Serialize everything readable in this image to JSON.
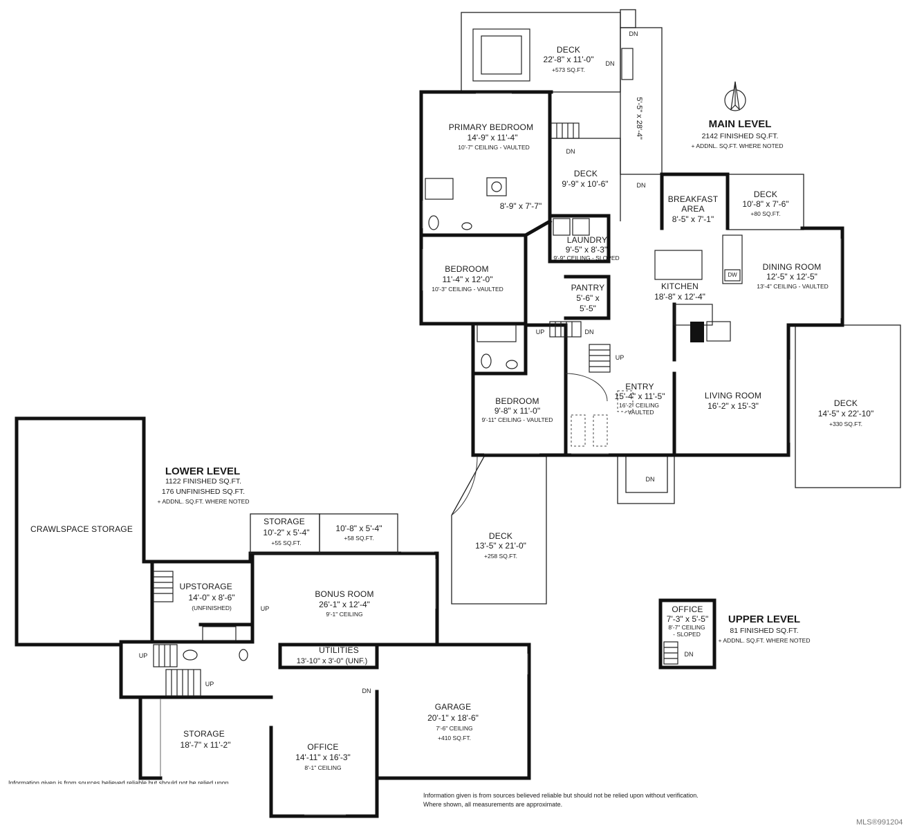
{
  "main_level": {
    "title": "MAIN LEVEL",
    "finished": "2142 FINISHED SQ.FT.",
    "note": "+ ADDNL. SQ.FT. WHERE NOTED"
  },
  "lower_level": {
    "title": "LOWER LEVEL",
    "finished": "1122 FINISHED SQ.FT.",
    "unfinished": "176 UNFINISHED SQ.FT.",
    "note": "+ ADDNL. SQ.FT. WHERE NOTED"
  },
  "upper_level": {
    "title": "UPPER LEVEL",
    "finished": "81 FINISHED SQ.FT.",
    "note": "+ ADDNL. SQ.FT. WHERE NOTED"
  },
  "rooms": {
    "deck_top": {
      "name": "DECK",
      "dims": "22'-8\" x 11'-0\"",
      "note": "+573 SQ.FT."
    },
    "primary_bed": {
      "name": "PRIMARY BEDROOM",
      "dims": "14'-9\" x 11'-4\"",
      "note": "10'-7\" CEILING - VAULTED"
    },
    "ensuite": {
      "dims": "8'-9\" x 7'-7\""
    },
    "deck_mid": {
      "name": "DECK",
      "dims": "9'-9\" x 10'-6\""
    },
    "walkway": {
      "dims": "5'-5\" x 28'-4\""
    },
    "breakfast": {
      "name1": "BREAKFAST",
      "name2": "AREA",
      "dims": "8'-5\" x 7'-1\""
    },
    "deck_small": {
      "name": "DECK",
      "dims": "10'-8\" x 7'-6\"",
      "note": "+80 SQ.FT."
    },
    "laundry": {
      "name": "LAUNDRY",
      "dims": "9'-5\" x 8'-3\"",
      "note": "9'-9\" CEILING - SLOPED"
    },
    "bedroom1": {
      "name": "BEDROOM",
      "dims": "11'-4\" x 12'-0\"",
      "note": "10'-3\" CEILING - VAULTED"
    },
    "pantry": {
      "name": "PANTRY",
      "dims1": "5'-6\" x",
      "dims2": "5'-5\""
    },
    "kitchen": {
      "name": "KITCHEN",
      "dims": "18'-8\" x 12'-4\""
    },
    "dining": {
      "name": "DINING ROOM",
      "dims": "12'-5\" x 12'-5\"",
      "note": "13'-4\" CEILING - VAULTED"
    },
    "entry": {
      "name": "ENTRY",
      "dims": "15'-4\" x 11'-5\"",
      "note1": "16'-2\" CEILING",
      "note2": "- VAULTED"
    },
    "living": {
      "name": "LIVING ROOM",
      "dims": "16'-2\" x 15'-3\""
    },
    "deck_right": {
      "name": "DECK",
      "dims": "14'-5\" x 22'-10\"",
      "note": "+330 SQ.FT."
    },
    "bedroom2": {
      "name": "BEDROOM",
      "dims": "9'-8\" x 11'-0\"",
      "note": "9'-11\" CEILING - VAULTED"
    },
    "deck_lower": {
      "name": "DECK",
      "dims": "13'-5\" x 21'-0\"",
      "note": "+258 SQ.FT."
    },
    "crawlspace": {
      "name": "CRAWLSPACE STORAGE"
    },
    "storage_a": {
      "name": "STORAGE",
      "dims": "10'-2\" x 5'-4\"",
      "note": "+55 SQ.FT."
    },
    "storage_b": {
      "dims": "10'-8\" x 5'-4\"",
      "note": "+58 SQ.FT."
    },
    "storage_unf": {
      "name": "STORAGE",
      "dims": "14'-0\" x 8'-6\"",
      "note": "(UNFINISHED)"
    },
    "bonus": {
      "name": "BONUS ROOM",
      "dims": "26'-1\" x 12'-4\"",
      "note": "9'-1\" CEILING"
    },
    "utilities": {
      "name": "UTILITIES",
      "dims": "13'-10\" x 3'-0\" (UNF.)"
    },
    "garage": {
      "name": "GARAGE",
      "dims": "20'-1\" x 18'-6\"",
      "note1": "7'-6\" CEILING",
      "note2": "+410 SQ.FT."
    },
    "storage_c": {
      "name": "STORAGE",
      "dims": "18'-7\" x 11'-2\""
    },
    "office_lower": {
      "name": "OFFICE",
      "dims": "14'-11\" x 16'-3\"",
      "note": "8'-1\" CEILING"
    },
    "office_upper": {
      "name": "OFFICE",
      "dims": "7'-3\" x 5'-5\"",
      "note1": "8'-7\" CEILING",
      "note2": "- SLOPED"
    }
  },
  "markers": {
    "up": "UP",
    "down": "DN",
    "dw": "DW"
  },
  "disclaimer": {
    "line1": "Information given is from sources believed reliable but should not be relied upon without verification.",
    "line2": "Where shown, all measurements are approximate.",
    "cut": "Information given is from sources believed reliable but should not be relied upon"
  },
  "mls": "MLS®991204"
}
